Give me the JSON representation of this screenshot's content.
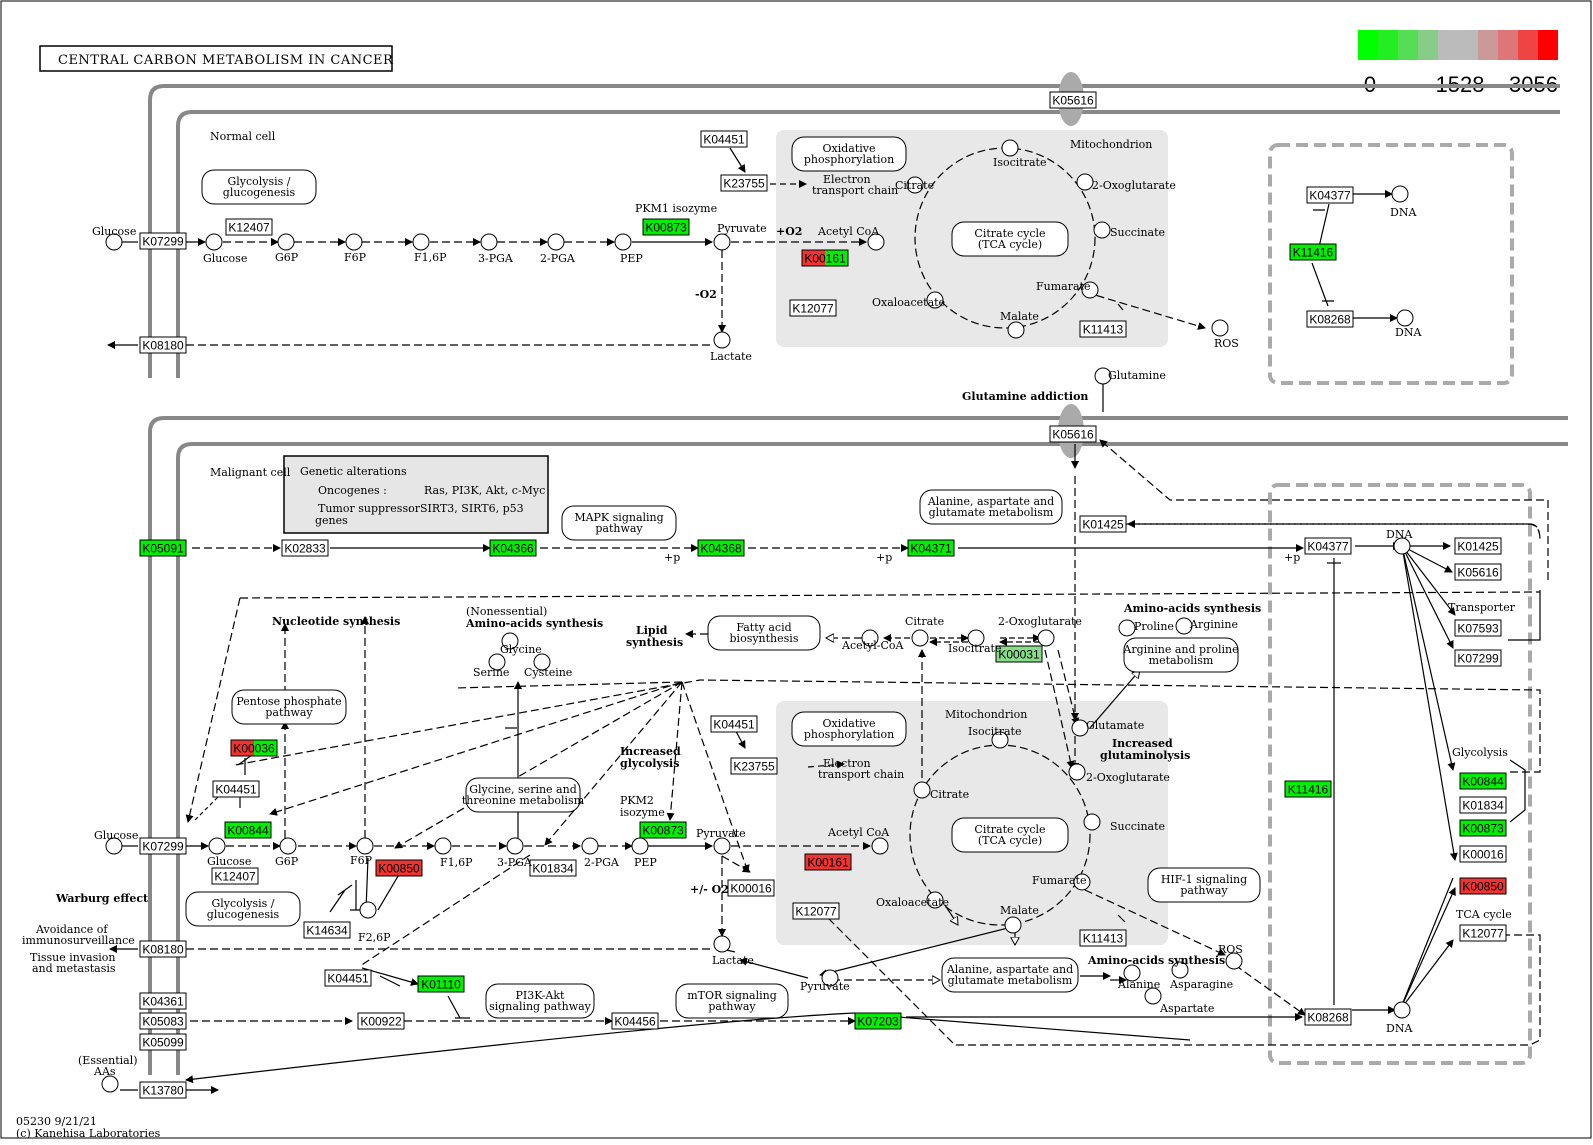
{
  "title": "CENTRAL CARBON METABOLISM IN CANCER",
  "legend": {
    "colors": [
      "#00ff00",
      "#22ee22",
      "#55dd55",
      "#88cc88",
      "#bbbbbb",
      "#bbbbbb",
      "#cc9999",
      "#dd7777",
      "#ee4444",
      "#ff0000"
    ],
    "ticks": [
      "0",
      "1528",
      "3056"
    ]
  },
  "footer": {
    "line1": "05230 9/21/21",
    "line2": "(c) Kanehisa Laboratories"
  },
  "colors": {
    "green": "#00ee00",
    "red": "#ee3333",
    "lightgreen": "#88dd88",
    "gray": "#e8e8e8",
    "membrane": "#888888"
  },
  "nodes": [
    {
      "id": "ko-K05616-a",
      "label": "K05616",
      "color": "white"
    },
    {
      "id": "ko-K04451-a",
      "label": "K04451",
      "color": "white"
    },
    {
      "id": "ko-K23755-a",
      "label": "K23755",
      "color": "white"
    },
    {
      "id": "ko-K12407-a",
      "label": "K12407",
      "color": "white"
    },
    {
      "id": "ko-K07299-a",
      "label": "K07299",
      "color": "white"
    },
    {
      "id": "ko-K00873-a",
      "label": "K00873",
      "color": "green"
    },
    {
      "id": "ko-K00161-a",
      "label": "K00161",
      "color": "split"
    },
    {
      "id": "ko-K12077-a",
      "label": "K12077",
      "color": "white"
    },
    {
      "id": "ko-K11413-a",
      "label": "K11413",
      "color": "white"
    },
    {
      "id": "ko-K08180-a",
      "label": "K08180",
      "color": "white"
    },
    {
      "id": "ko-K04377-a",
      "label": "K04377",
      "color": "white"
    },
    {
      "id": "ko-K11416-a",
      "label": "K11416",
      "color": "green"
    },
    {
      "id": "ko-K08268-a",
      "label": "K08268",
      "color": "white"
    },
    {
      "id": "ko-K05616-b",
      "label": "K05616",
      "color": "white"
    },
    {
      "id": "ko-K01425-a",
      "label": "K01425",
      "color": "white"
    },
    {
      "id": "ko-K05091",
      "label": "K05091",
      "color": "green"
    },
    {
      "id": "ko-K02833",
      "label": "K02833",
      "color": "white"
    },
    {
      "id": "ko-K04366",
      "label": "K04366",
      "color": "green"
    },
    {
      "id": "ko-K04368",
      "label": "K04368",
      "color": "green"
    },
    {
      "id": "ko-K04371",
      "label": "K04371",
      "color": "green"
    },
    {
      "id": "ko-K04377-b",
      "label": "K04377",
      "color": "white"
    },
    {
      "id": "ko-K01425-b",
      "label": "K01425",
      "color": "white"
    },
    {
      "id": "ko-K05616-c",
      "label": "K05616",
      "color": "white"
    },
    {
      "id": "ko-K07593",
      "label": "K07593",
      "color": "white"
    },
    {
      "id": "ko-K07299-b",
      "label": "K07299",
      "color": "white"
    },
    {
      "id": "ko-K00031",
      "label": "K00031",
      "color": "lightgreen"
    },
    {
      "id": "ko-K00036",
      "label": "K00036",
      "color": "split"
    },
    {
      "id": "ko-K04451-b",
      "label": "K04451",
      "color": "white"
    },
    {
      "id": "ko-K00844-a",
      "label": "K00844",
      "color": "green"
    },
    {
      "id": "ko-K07299-c",
      "label": "K07299",
      "color": "white"
    },
    {
      "id": "ko-K12407-b",
      "label": "K12407",
      "color": "white"
    },
    {
      "id": "ko-K00850-a",
      "label": "K00850",
      "color": "red"
    },
    {
      "id": "ko-K01834-a",
      "label": "K01834",
      "color": "white"
    },
    {
      "id": "ko-K00873-b",
      "label": "K00873",
      "color": "green"
    },
    {
      "id": "ko-K04451-c",
      "label": "K04451",
      "color": "white"
    },
    {
      "id": "ko-K23755-b",
      "label": "K23755",
      "color": "white"
    },
    {
      "id": "ko-K00016-a",
      "label": "K00016",
      "color": "white"
    },
    {
      "id": "ko-K00161-b",
      "label": "K00161",
      "color": "red"
    },
    {
      "id": "ko-K12077-b",
      "label": "K12077",
      "color": "white"
    },
    {
      "id": "ko-K11413-b",
      "label": "K11413",
      "color": "white"
    },
    {
      "id": "ko-K14634",
      "label": "K14634",
      "color": "white"
    },
    {
      "id": "ko-K08180-b",
      "label": "K08180",
      "color": "white"
    },
    {
      "id": "ko-K04451-d",
      "label": "K04451",
      "color": "white"
    },
    {
      "id": "ko-K01110",
      "label": "K01110",
      "color": "green"
    },
    {
      "id": "ko-K04361",
      "label": "K04361",
      "color": "white"
    },
    {
      "id": "ko-K05083",
      "label": "K05083",
      "color": "white"
    },
    {
      "id": "ko-K05099",
      "label": "K05099",
      "color": "white"
    },
    {
      "id": "ko-K00922",
      "label": "K00922",
      "color": "white"
    },
    {
      "id": "ko-K04456",
      "label": "K04456",
      "color": "white"
    },
    {
      "id": "ko-K07203",
      "label": "K07203",
      "color": "green"
    },
    {
      "id": "ko-K13780",
      "label": "K13780",
      "color": "white"
    },
    {
      "id": "ko-K11416-b",
      "label": "K11416",
      "color": "green"
    },
    {
      "id": "ko-K08268-b",
      "label": "K08268",
      "color": "white"
    },
    {
      "id": "ko-K00844-b",
      "label": "K00844",
      "color": "green"
    },
    {
      "id": "ko-K01834-b",
      "label": "K01834",
      "color": "white"
    },
    {
      "id": "ko-K00873-c",
      "label": "K00873",
      "color": "green"
    },
    {
      "id": "ko-K00016-b",
      "label": "K00016",
      "color": "white"
    },
    {
      "id": "ko-K00850-b",
      "label": "K00850",
      "color": "red"
    },
    {
      "id": "ko-K12077-c",
      "label": "K12077",
      "color": "white"
    }
  ],
  "maps": [
    {
      "id": "map-glycolysis-a",
      "label": "Glycolysis / glucogenesis"
    },
    {
      "id": "map-oxphos-a",
      "label": "Oxidative phosphorylation"
    },
    {
      "id": "map-tca-a",
      "label": "Citrate cycle (TCA cycle)"
    },
    {
      "id": "map-mapk",
      "label": "MAPK signaling pathway"
    },
    {
      "id": "map-ala-a",
      "label": "Alanine, aspartate and glutamate metabolism"
    },
    {
      "id": "map-fatty",
      "label": "Fatty acid biosynthesis"
    },
    {
      "id": "map-arg",
      "label": "Arginine and proline metabolism"
    },
    {
      "id": "map-ppp",
      "label": "Pentose phosphate pathway"
    },
    {
      "id": "map-gly-ser",
      "label": "Glycine, serine and threonine metabolism"
    },
    {
      "id": "map-oxphos-b",
      "label": "Oxidative phosphorylation"
    },
    {
      "id": "map-tca-b",
      "label": "Citrate cycle (TCA cycle)"
    },
    {
      "id": "map-hif",
      "label": "HIF-1 signaling pathway"
    },
    {
      "id": "map-glycolysis-b",
      "label": "Glycolysis / glucogenesis"
    },
    {
      "id": "map-pi3k",
      "label": "PI3K-Akt signaling pathway"
    },
    {
      "id": "map-mtor",
      "label": "mTOR signaling pathway"
    },
    {
      "id": "map-ala-b",
      "label": "Alanine, aspartate and glutamate metabolism"
    }
  ],
  "labels": {
    "normal_cell": "Normal cell",
    "malignant_cell": "Malignant cell",
    "mitochondrion": "Mitochondrion",
    "glucose": "Glucose",
    "g6p": "G6P",
    "f6p": "F6P",
    "f16p": "F1,6P",
    "pga3": "3-PGA",
    "pga2": "2-PGA",
    "pep": "PEP",
    "pyruvate": "Pyruvate",
    "lactate": "Lactate",
    "acetyl_coa": "Acetyl CoA",
    "acetyl_coa2": "Acetyl-CoA",
    "citrate": "Citrate",
    "isocitrate": "Isocitrate",
    "oxoglutarate": "2-Oxoglutarate",
    "succinate": "Succinate",
    "fumarate": "Fumarate",
    "malate": "Malate",
    "oxaloacetate": "Oxaloacetate",
    "ros": "ROS",
    "dna": "DNA",
    "glutamine": "Glutamine",
    "glutamate": "Glutamate",
    "glutamine_addiction": "Glutamine addiction",
    "electron_transport": "Electron transport chain",
    "pkm1": "PKM1 isozyme",
    "pkm2": "PKM2 isozyme",
    "plus_o2": "+O2",
    "minus_o2": "-O2",
    "pm_o2": "+/- O2",
    "plus_p": "+p",
    "genetic_alterations": "Genetic alterations",
    "oncogenes": "Oncogenes :",
    "oncogenes_list": "Ras, PI3K, Akt, c-Myc",
    "tumor_suppressor": "Tumor suppressor",
    "tumor_suppressor2": "genes",
    "tumor_suppressor_list": "SIRT3, SIRT6, p53",
    "nucleotide_synthesis": "Nucleotide synthesis",
    "nonessential": "(Nonessential)",
    "amino_acids_synthesis": "Amino-acids synthesis",
    "glycine": "Glycine",
    "serine": "Serine",
    "cysteine": "Cysteine",
    "lipid_synthesis_1": "Lipid",
    "lipid_synthesis_2": "synthesis",
    "proline": "Proline",
    "arginine": "Arginine",
    "increased_glycolysis_1": "Increased",
    "increased_glycolysis_2": "glycolysis",
    "increased_glutaminolysis_1": "Increased",
    "increased_glutaminolysis_2": "glutaminolysis",
    "warburg": "Warburg effect",
    "avoidance_1": "Avoidance of",
    "avoidance_2": "immunosurveillance",
    "tissue_1": "Tissue invasion",
    "tissue_2": "and metastasis",
    "f26p": "F2,6P",
    "essential_1": "(Essential)",
    "essential_2": "AAs",
    "alanine": "Alanine",
    "asparagine": "Asparagine",
    "aspartate": "Aspartate",
    "transporter": "Transporter",
    "glycolysis": "Glycolysis",
    "tca_cycle": "TCA cycle"
  }
}
